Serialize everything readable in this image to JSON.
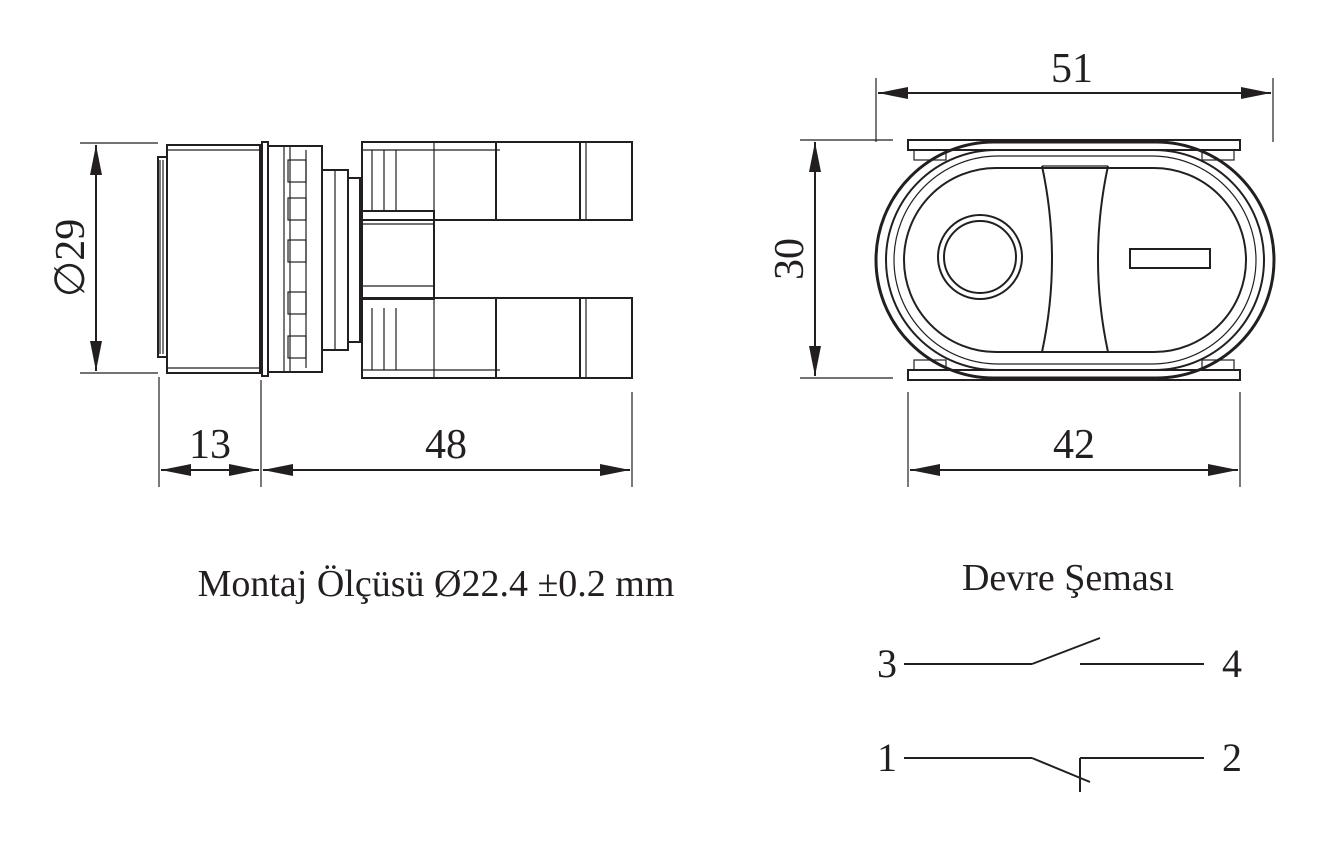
{
  "side_view": {
    "diameter_label": "∅29",
    "front_depth_label": "13",
    "body_length_label": "48"
  },
  "front_view": {
    "width_label": "51",
    "height_label": "30",
    "base_width_label": "42"
  },
  "captions": {
    "mounting": "Montaj Ölçüsü Ø22.4 ±0.2 mm",
    "circuit_title": "Devre Şeması"
  },
  "circuit": {
    "no_contact": {
      "left_pin": "3",
      "right_pin": "4"
    },
    "nc_contact": {
      "left_pin": "1",
      "right_pin": "2"
    }
  }
}
